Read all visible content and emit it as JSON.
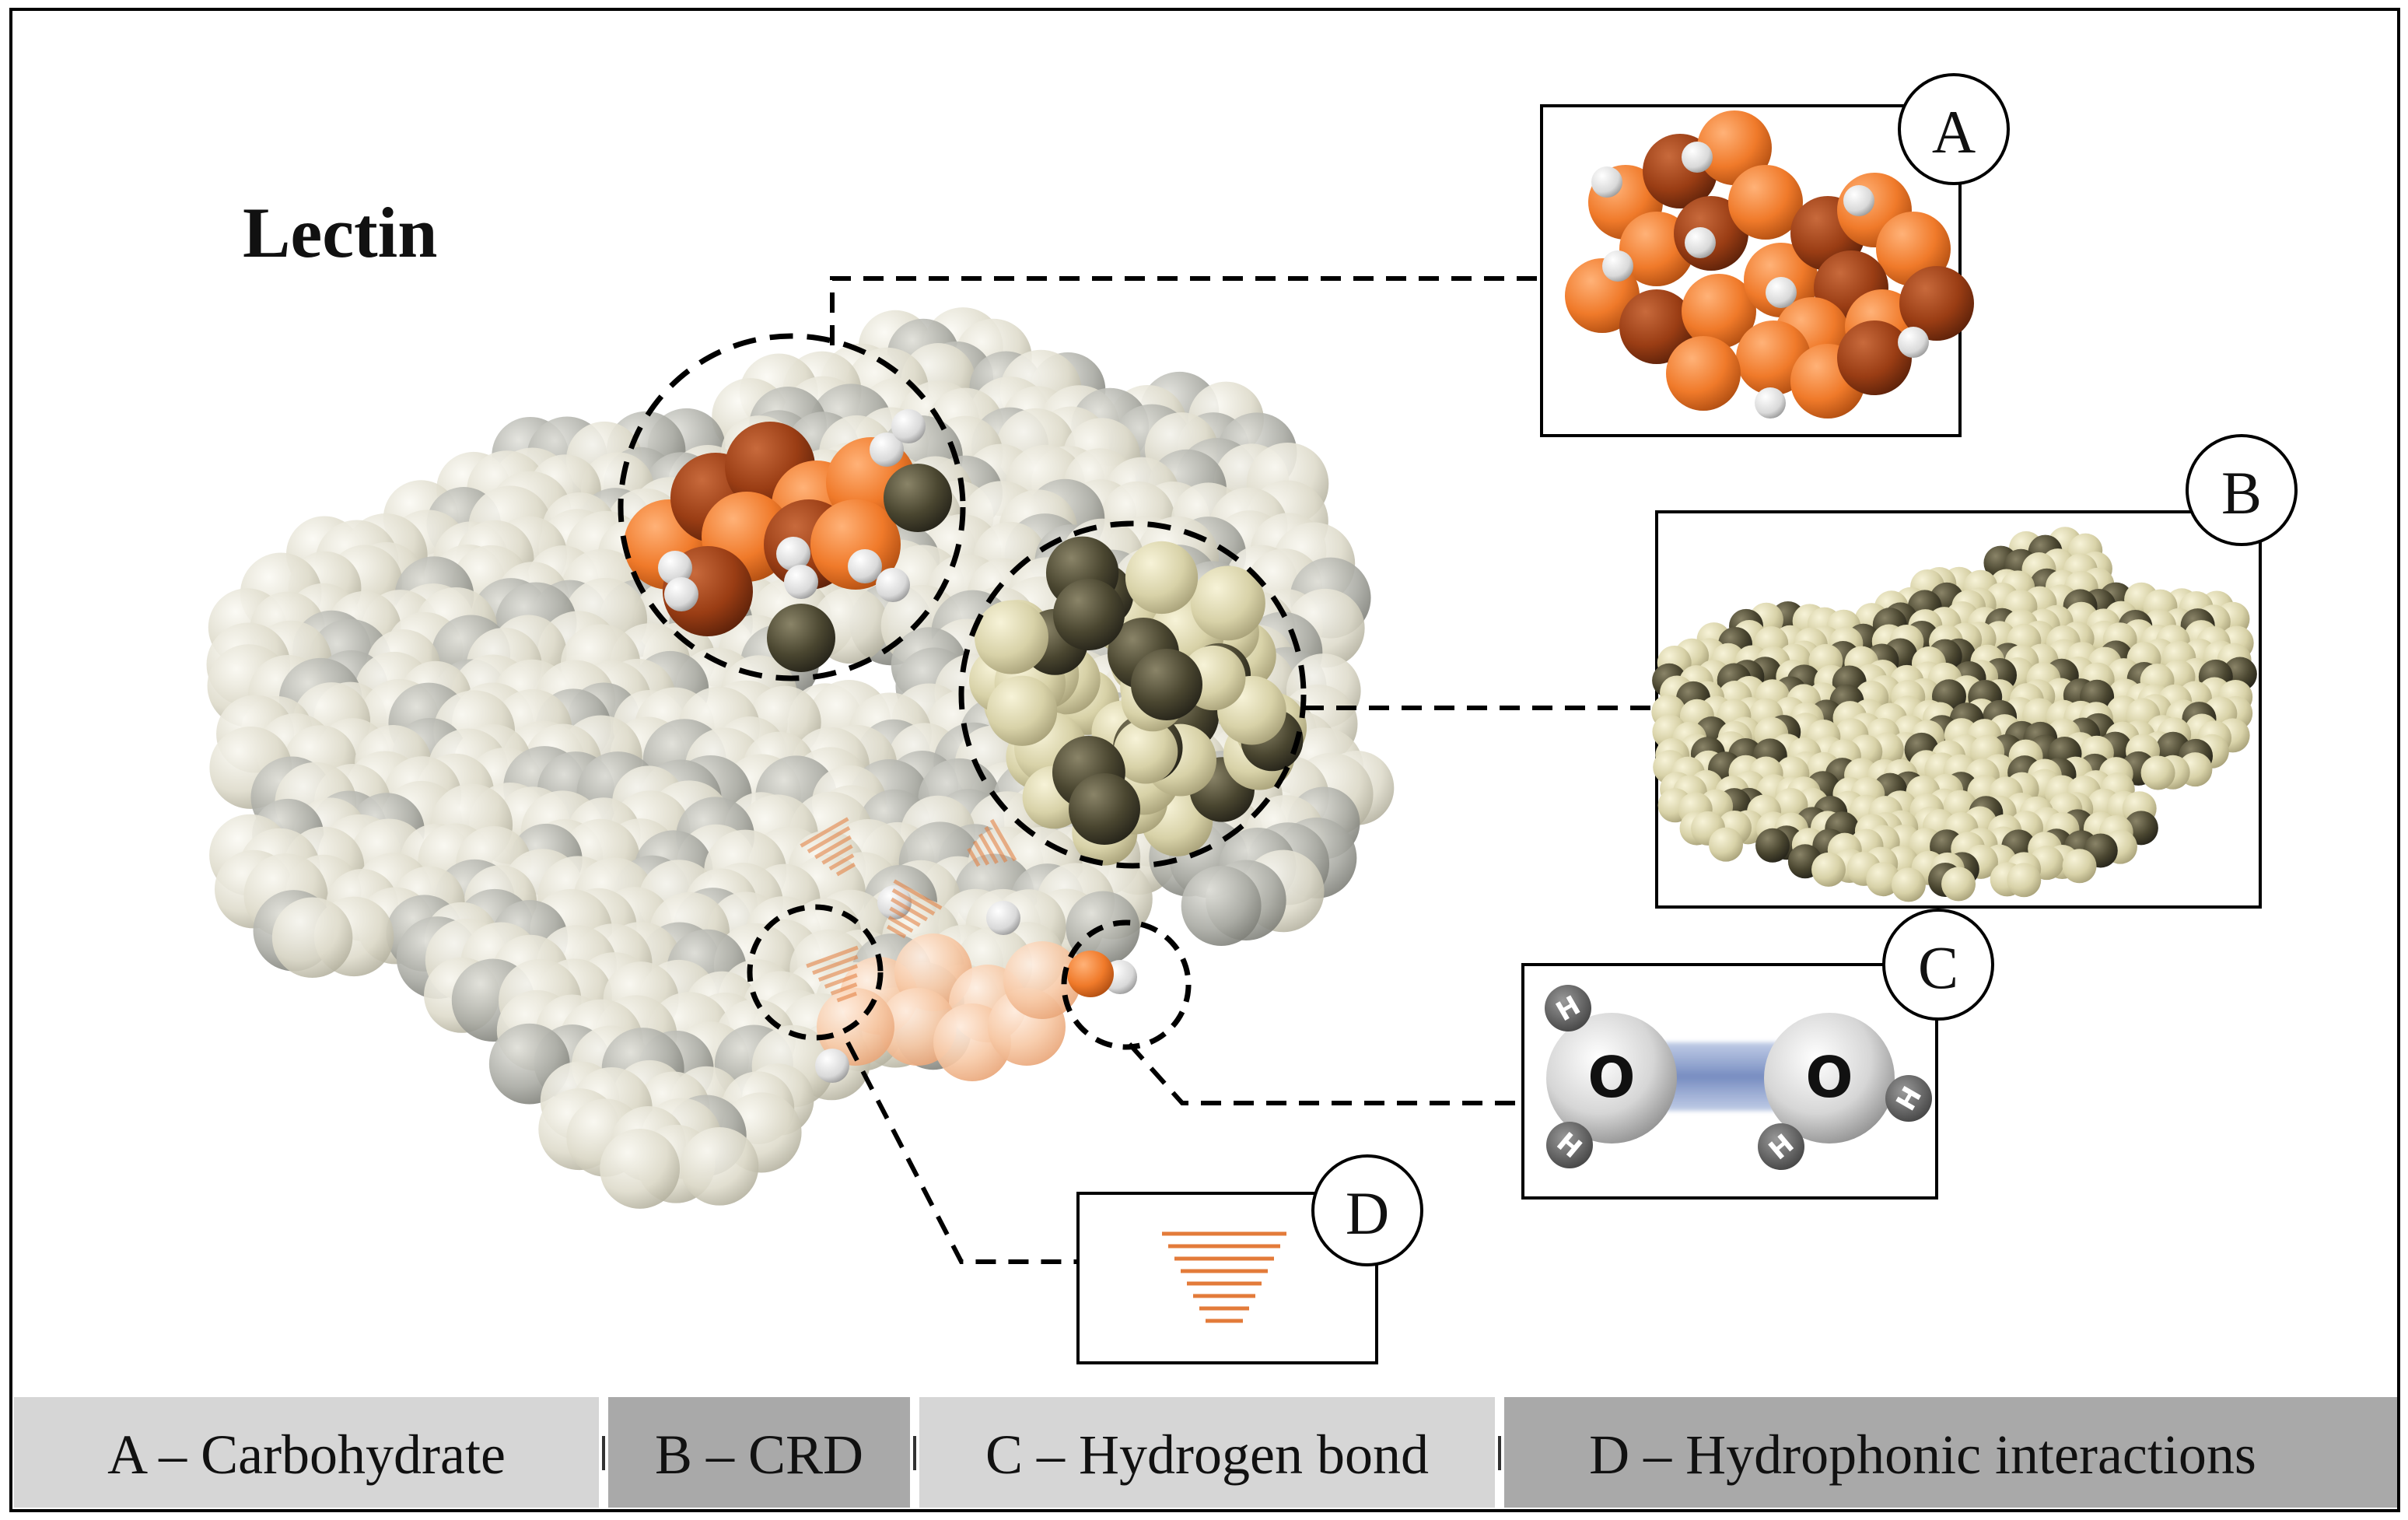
{
  "title": "Lectin",
  "callouts": [
    {
      "letter": "A"
    },
    {
      "letter": "B"
    },
    {
      "letter": "C"
    },
    {
      "letter": "D"
    }
  ],
  "hbond": {
    "o_left": "O",
    "o_right": "O",
    "h": "H"
  },
  "legend": [
    {
      "label": "A – Carbohydrate",
      "color": "#d6d6d6"
    },
    {
      "label": "B – CRD",
      "color": "#a9a9a9"
    },
    {
      "label": "C – Hydrogen bond",
      "color": "#d6d6d6"
    },
    {
      "label": "D – Hydrophonic interactions",
      "color": "#a9a9a9"
    }
  ],
  "colors": {
    "carbohydrate_light": "#f07a2a",
    "carbohydrate_dark": "#9a3d14",
    "crd_light": "#d8d2a8",
    "crd_dark": "#4a4630",
    "protein": "#e4e2d4",
    "hbond": "#6f86bd",
    "hydrophobic": "#e37b3a"
  }
}
